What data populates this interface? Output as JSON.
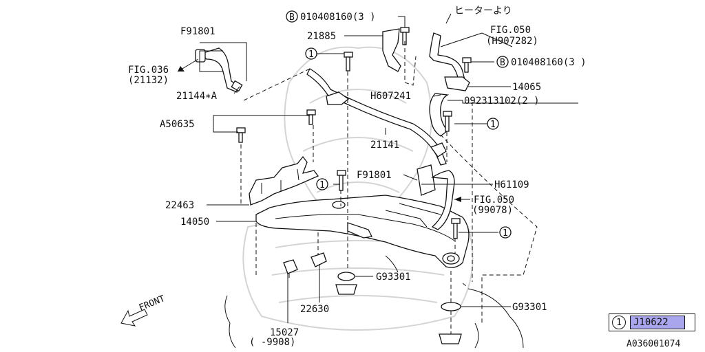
{
  "callouts": {
    "f91801_a": "F91801",
    "fig036": "FIG.036",
    "fig036_ref": "(21132)",
    "p21144a": "21144∗A",
    "a50635": "A50635",
    "p22463": "22463",
    "p14050": "14050",
    "circle_1": "1",
    "b_letter": "B",
    "bolt_b_top": "010408160(3 )",
    "p21885": "21885",
    "heater": "ヒーターより",
    "fig050_a": "FIG.050",
    "fig050_a_ref": "(H907282)",
    "bolt_b_right": "010408160(3 )",
    "p14065": "14065",
    "h607241": "H607241",
    "p092313102": "092313102(2 )",
    "p21141": "21141",
    "f91801_b": "F91801",
    "h61109": "H61109",
    "fig050_b": "FIG.050",
    "fig050_b_ref": "(99078)",
    "g93301_a": "G93301",
    "g93301_b": "G93301",
    "p22630": "22630",
    "p15027": "15027",
    "p15027_range": "(    -9908)",
    "front": "FRONT"
  },
  "legend": {
    "number": "1",
    "code": "J10622"
  },
  "diagram_code": "A036001074",
  "colors": {
    "legend_highlight": "#a9a6ee",
    "line": "#111111",
    "watermark": "#d4d4d4"
  }
}
